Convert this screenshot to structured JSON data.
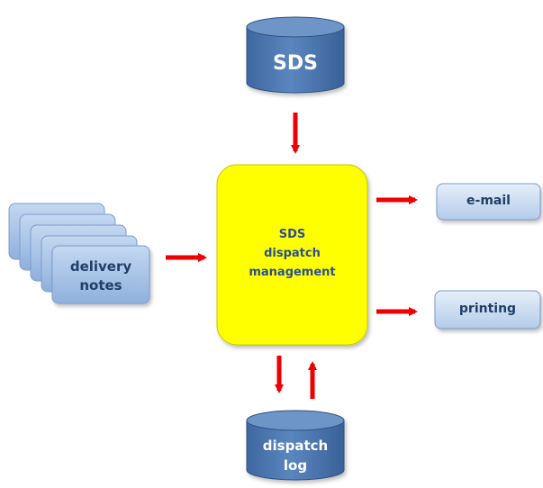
{
  "diagram": {
    "sds_db": {
      "label": "SDS"
    },
    "delivery_notes": {
      "line1": "delivery",
      "line2": "notes"
    },
    "dispatch_management": {
      "line1": "SDS",
      "line2": "dispatch",
      "line3": "management"
    },
    "email_output": {
      "label": "e-mail"
    },
    "printing_output": {
      "label": "printing"
    },
    "dispatch_log_db": {
      "line1": "dispatch",
      "line2": "log"
    }
  },
  "colors": {
    "database_fill": "#4f7ab3",
    "central_box_fill": "#ffff00",
    "arrow": "#ee0000",
    "output_box_fill": "#c9dcf2",
    "document_fill": "#9dbde6"
  }
}
